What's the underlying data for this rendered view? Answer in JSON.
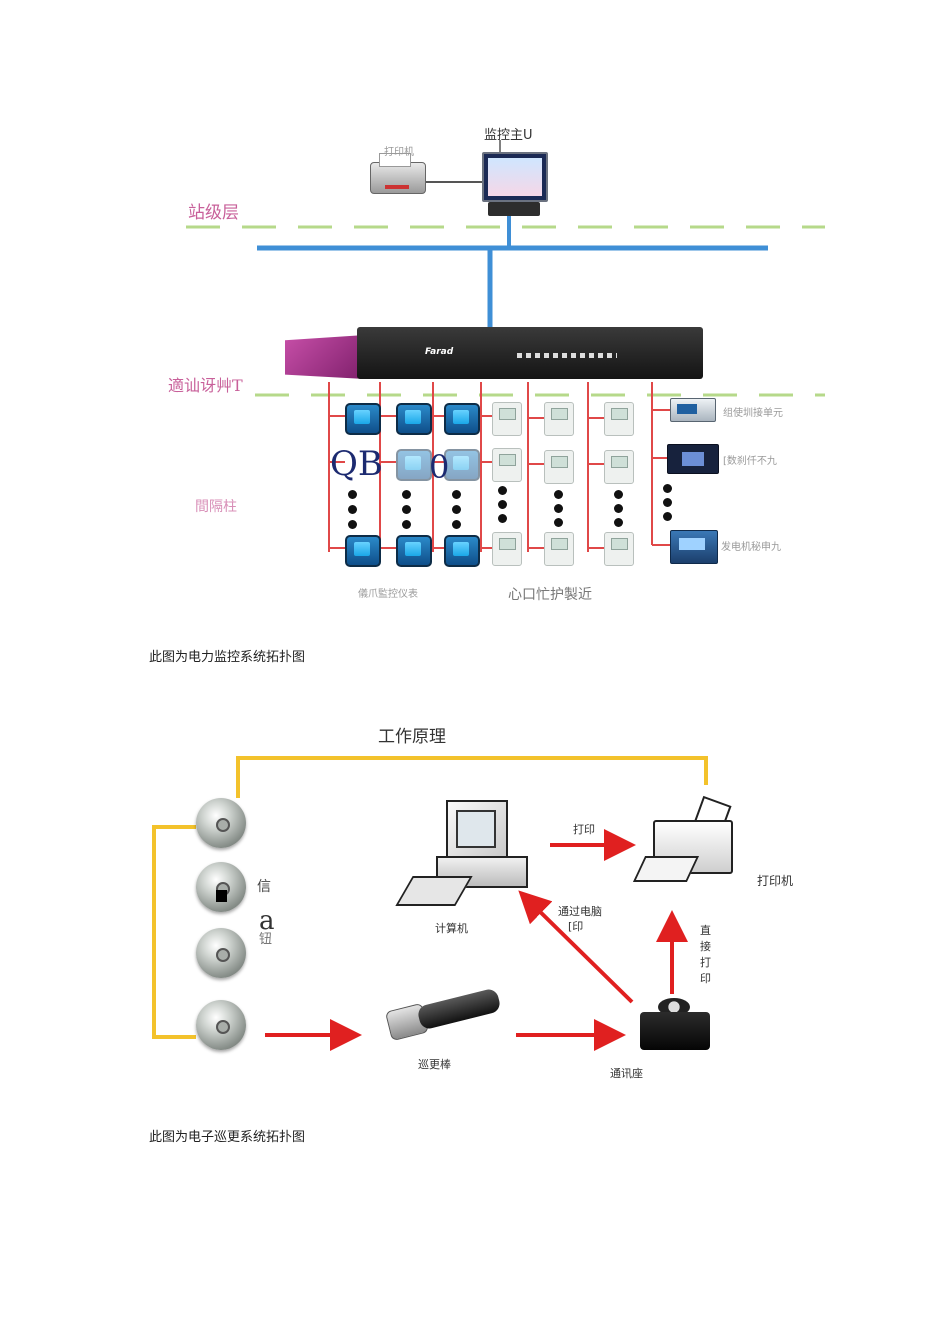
{
  "diagram1": {
    "labels": {
      "monitor_host": "监控主U",
      "printer": "打印机",
      "station_layer": "站级层",
      "comm_layer": "適讪讶艸T",
      "bay_layer": "間隔柱",
      "meter_group": "儀爪監控仪表",
      "protection_group": "心口忙护製近",
      "device_1": "组使圳接单元",
      "device_2": "[数刹仟不九",
      "device_3": "发电机秘申九",
      "switch_brand": "Farad",
      "overlay_text": "QB",
      "overlay_digit": "0"
    }
  },
  "caption1": "此图为电力监控系统拓扑图",
  "diagram2": {
    "title": "工作原理",
    "labels": {
      "print": "打印",
      "printer": "打印机",
      "computer": "计算机",
      "via_computer_1": "通过电脑",
      "via_computer_2": "[印",
      "direct_1": "直",
      "direct_2": "接",
      "direct_3": "打",
      "direct_4": "印",
      "patrol_stick": "巡更棒",
      "comm_base": "通讯座",
      "info_1": "信",
      "info_2": "a",
      "info_3": "钮"
    }
  },
  "caption2": "此图为电子巡更系统拓扑图"
}
